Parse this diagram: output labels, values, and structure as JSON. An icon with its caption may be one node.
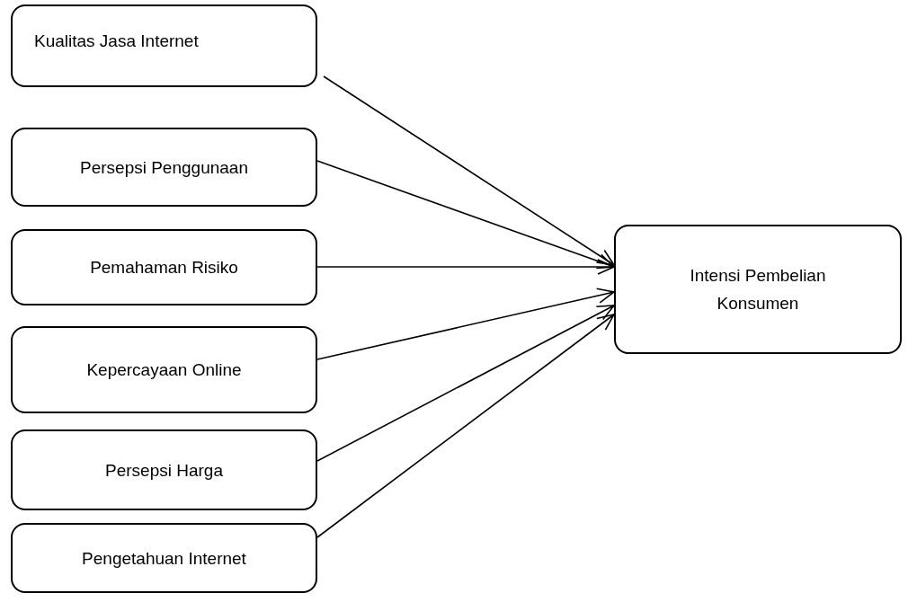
{
  "diagram": {
    "nodes": [
      {
        "text": [
          "Kualitas Jasa Internet"
        ]
      },
      {
        "text": [
          "Persepsi Penggunaan"
        ]
      },
      {
        "text": [
          "Pemahaman Risiko"
        ]
      },
      {
        "text": [
          "Kepercayaan Online"
        ]
      },
      {
        "text": [
          "Persepsi Harga"
        ]
      },
      {
        "text": [
          "Pengetahuan Internet"
        ]
      },
      {
        "text": [
          "Intensi Pembelian Konsumen"
        ]
      }
    ],
    "edges": [
      {
        "from": 0,
        "to": 6,
        "arrow": "to"
      },
      {
        "from": 1,
        "to": 6,
        "arrow": "to"
      },
      {
        "from": 2,
        "to": 6,
        "arrow": "to"
      },
      {
        "from": 3,
        "to": 6,
        "arrow": "to"
      },
      {
        "from": 4,
        "to": 6,
        "arrow": "to"
      },
      {
        "from": 5,
        "to": 6,
        "arrow": "to"
      }
    ]
  }
}
